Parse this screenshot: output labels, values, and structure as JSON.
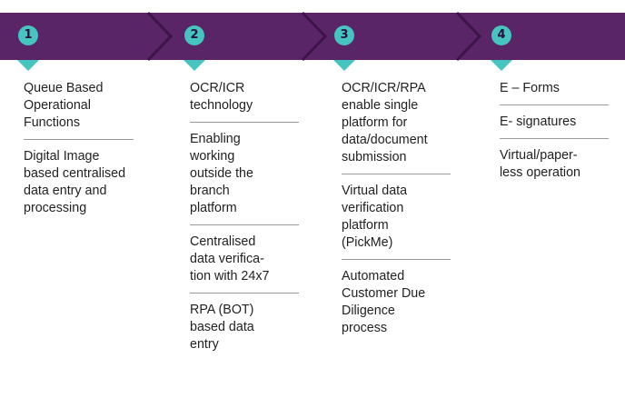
{
  "colors": {
    "band": "#5a2567",
    "band_edge": "#3d1448",
    "accent": "#45c4c0"
  },
  "stages": [
    {
      "number": "1",
      "items": [
        "Queue Based Operational Functions",
        "Digital Image based centralised data entry and processing"
      ]
    },
    {
      "number": "2",
      "items": [
        "OCR/ICR technology",
        "Enabling working outside the branch platform",
        "Centralised data verifica-tion with 24x7",
        "RPA (BOT) based data entry"
      ]
    },
    {
      "number": "3",
      "items": [
        "OCR/ICR/RPA enable single platform for data/document submission",
        "Virtual data verification platform (PickMe)",
        "Automated Customer Due Diligence process"
      ]
    },
    {
      "number": "4",
      "items": [
        "E – Forms",
        "E- signatures",
        "Virtual/paper-less operation"
      ]
    }
  ]
}
